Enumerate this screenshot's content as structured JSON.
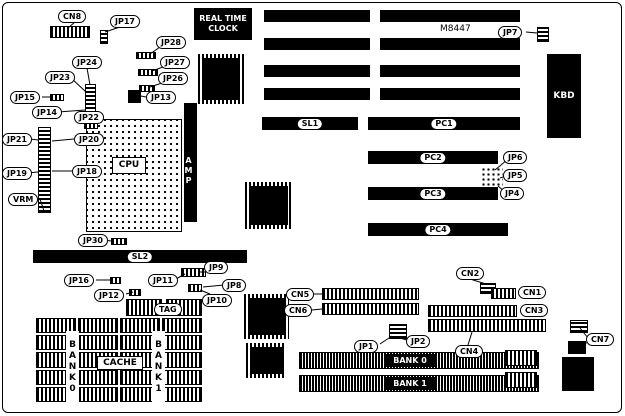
{
  "chips": {
    "rtc": "REAL TIME CLOCK",
    "m8447": "M8447",
    "kbd": "KBD",
    "cpu": "CPU",
    "amp": "AMP",
    "vrm": "VRM",
    "tag": "TAG",
    "cache": "CACHE",
    "bank0_chips": "BANK0",
    "bank1_chips": "BANK1",
    "bank0_simm": "BANK 0",
    "bank1_simm": "BANK 1"
  },
  "slots": {
    "sl1": "SL1",
    "sl2": "SL2",
    "pc1": "PC1",
    "pc2": "PC2",
    "pc3": "PC3",
    "pc4": "PC4"
  },
  "jumpers": {
    "jp1": "JP1",
    "jp2": "JP2",
    "jp4": "JP4",
    "jp5": "JP5",
    "jp6": "JP6",
    "jp7": "JP7",
    "jp8": "JP8",
    "jp9": "JP9",
    "jp10": "JP10",
    "jp11": "JP11",
    "jp12": "JP12",
    "jp13": "JP13",
    "jp14": "JP14",
    "jp15": "JP15",
    "jp16": "JP16",
    "jp17": "JP17",
    "jp18": "JP18",
    "jp19": "JP19",
    "jp20": "JP20",
    "jp21": "JP21",
    "jp22": "JP22",
    "jp23": "JP23",
    "jp24": "JP24",
    "jp26": "JP26",
    "jp27": "JP27",
    "jp28": "JP28",
    "jp30": "JP30"
  },
  "connectors": {
    "cn1": "CN1",
    "cn2": "CN2",
    "cn3": "CN3",
    "cn4": "CN4",
    "cn5": "CN5",
    "cn6": "CN6",
    "cn7": "CN7",
    "cn8": "CN8"
  },
  "colors": {
    "board_bg": "#ffffff",
    "component": "#000000"
  }
}
